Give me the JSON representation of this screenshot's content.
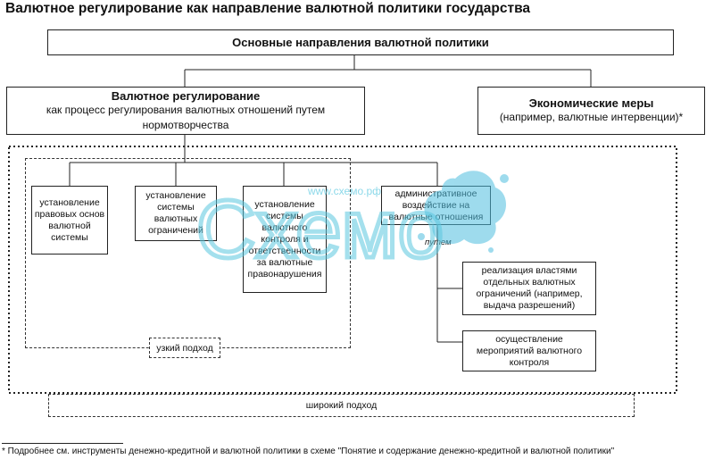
{
  "title": "Валютное регулирование как направление валютной политики государства",
  "top_box": "Основные направления валютной политики",
  "left_main": {
    "title": "Валютное регулирование",
    "sub1": "как процесс регулирования валютных отношений путем",
    "sub2": "нормотворчества"
  },
  "right_main": {
    "title": "Экономические меры",
    "sub": "(например, валютные интервенции)*"
  },
  "boxes": {
    "legal": [
      "установление",
      "правовых основ",
      "валютной",
      "системы"
    ],
    "restrictions": [
      "установление",
      "системы",
      "валютных",
      "ограничений"
    ],
    "control": [
      "установление",
      "системы",
      "валютного",
      "контроля и",
      "ответственности",
      "за валютные",
      "правонарушения"
    ],
    "admin": [
      "административное",
      "воздействие на",
      "валютные отношения"
    ],
    "realization": [
      "реализация властями",
      "отдельных валютных",
      "ограничений (например,",
      "выдача разрешений)"
    ],
    "measures": [
      "осуществление",
      "мероприятий валютного",
      "контроля"
    ]
  },
  "put_label": "путем",
  "narrow_label": "узкий подход",
  "wide_label": "широкий подход",
  "footnote": "* Подробнее см. инструменты денежно-кредитной и валютной политики в схеме \"Понятие и содержание денежно-кредитной и валютной политики\"",
  "watermark": {
    "url": "www.схемо.рф",
    "logo_text": "Схемо",
    "colors": {
      "logo": "#5bc8e0",
      "splash": "#4fbfe0"
    }
  }
}
